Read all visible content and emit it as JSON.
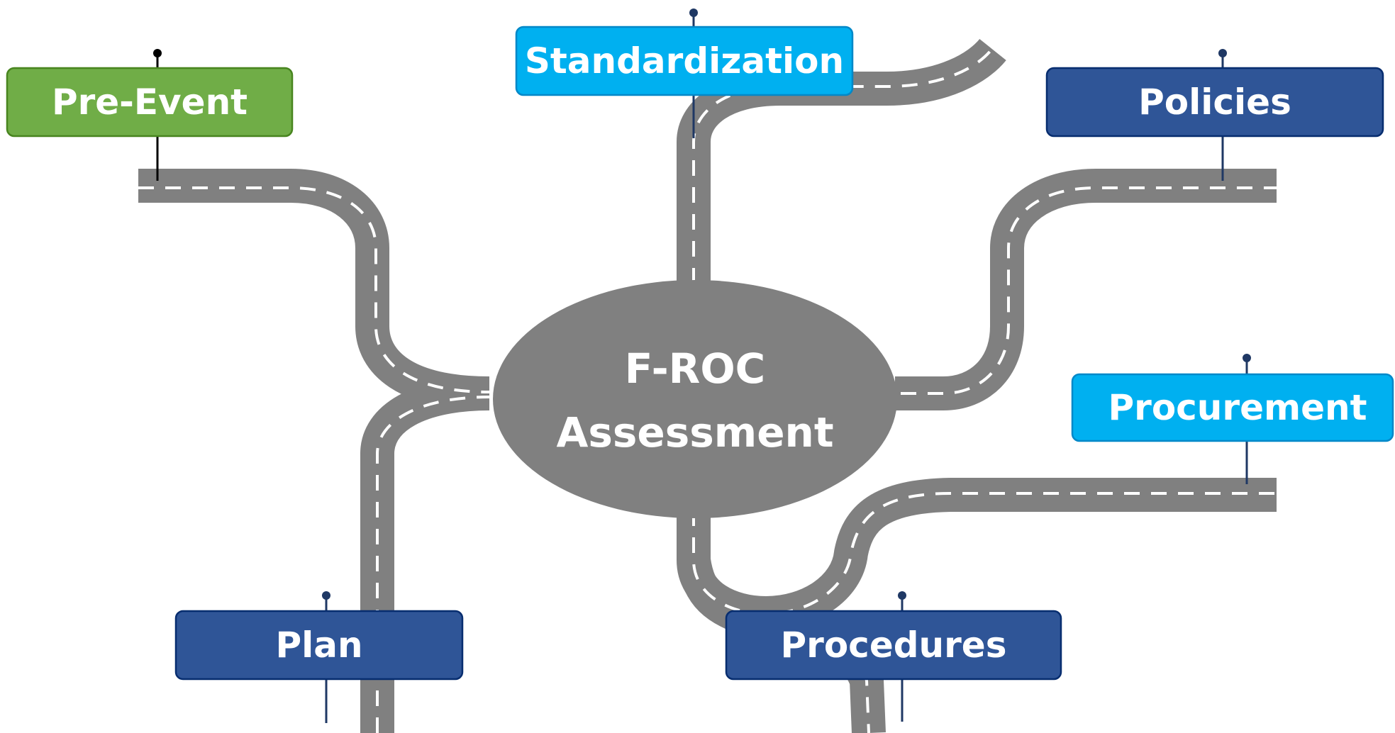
{
  "center": {
    "line1": "F-ROC",
    "line2": "Assessment",
    "fill": "#808080"
  },
  "signs": {
    "pre_event": {
      "label": "Pre-Event",
      "color": "#70AD47"
    },
    "standardization": {
      "label": "Standardization",
      "color": "#00B0F0"
    },
    "policies": {
      "label": "Policies",
      "color": "#2F5597"
    },
    "procurement": {
      "label": "Procurement",
      "color": "#00B0F0"
    },
    "plan": {
      "label": "Plan",
      "color": "#2F5597"
    },
    "procedures": {
      "label": "Procedures",
      "color": "#2F5597"
    }
  },
  "road": {
    "color": "#808080",
    "lane_color": "#ffffff"
  }
}
